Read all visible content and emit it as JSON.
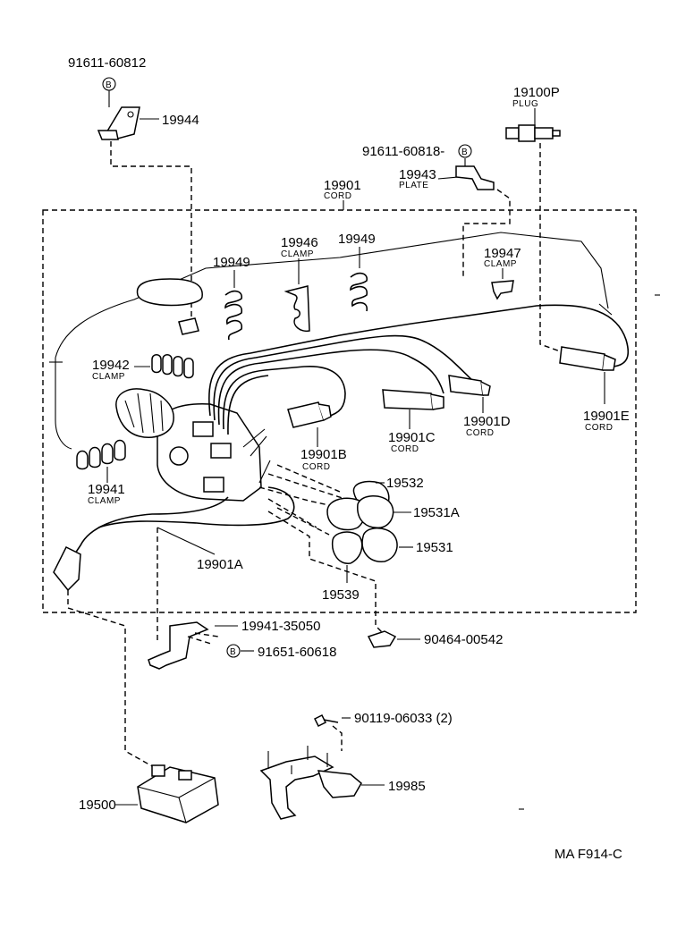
{
  "labels": {
    "p91611_60812": "91611-60812",
    "b_mark": "B",
    "p19944": "19944",
    "p19100p": "19100P",
    "plug": "PLUG",
    "p91611_60818": "91611-60818-",
    "p19943": "19943",
    "plate": "PLATE",
    "p19901": "19901",
    "cord": "CORD",
    "p19946": "19946",
    "clamp": "CLAMP",
    "p19949a": "19949",
    "p19949b": "19949",
    "p19947": "19947",
    "p19942": "19942",
    "p19941": "19941",
    "p19901b": "19901B",
    "p19901c": "19901C",
    "p19901d": "19901D",
    "p19901e": "19901E",
    "p19532": "19532",
    "p19531a": "19531A",
    "p19531": "19531",
    "p19539": "19539",
    "p19901a": "19901A",
    "p19941_35050": "19941-35050",
    "p91651_60618": "91651-60618",
    "p90464_00542": "90464-00542",
    "p90119_06033": "90119-06033 (2)",
    "p19985": "19985",
    "p19500": "19500",
    "footer": "MA  F914-C"
  }
}
